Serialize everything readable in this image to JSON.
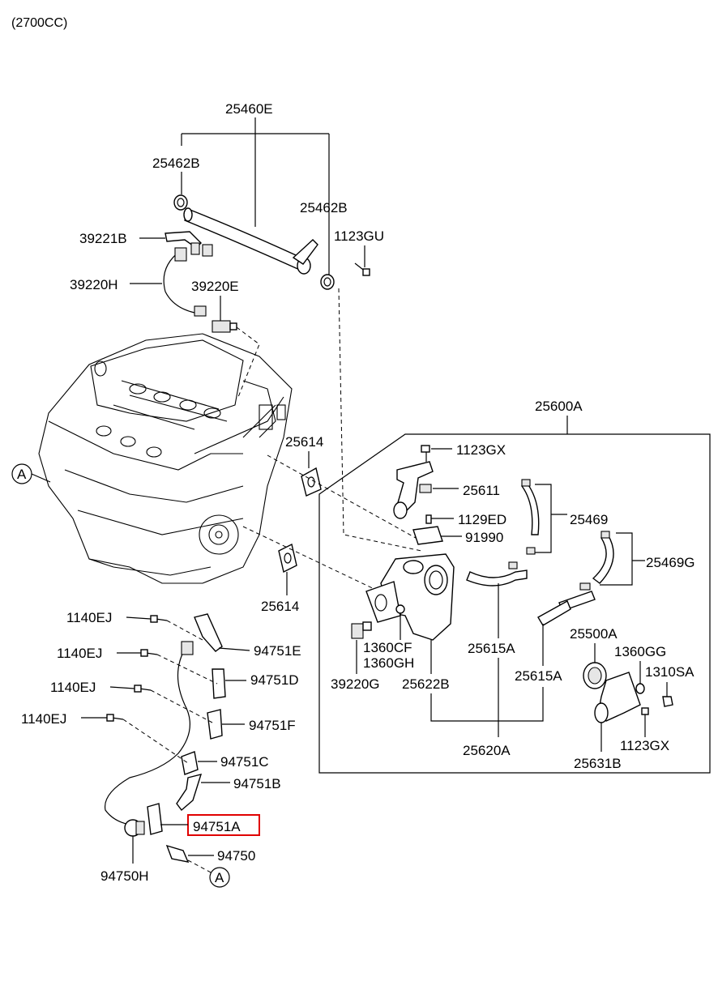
{
  "header": {
    "engine_variant": "(2700CC)"
  },
  "callouts": {
    "c25460E": "25460E",
    "c25462B_top": "25462B",
    "c25462B_right": "25462B",
    "c1123GU": "1123GU",
    "c39221B": "39221B",
    "c39220H": "39220H",
    "c39220E": "39220E",
    "c25600A": "25600A",
    "c25614_top": "25614",
    "c25614_bottom": "25614",
    "c1123GX_top": "1123GX",
    "c25611": "25611",
    "c1129ED": "1129ED",
    "c91990": "91990",
    "c25469": "25469",
    "c25469G": "25469G",
    "c25500A": "25500A",
    "c1360GG": "1360GG",
    "c1310SA": "1310SA",
    "c1360CF": "1360CF",
    "c1360GH": "1360GH",
    "c39220G": "39220G",
    "c25622B": "25622B",
    "c25615A_top": "25615A",
    "c25615A_bottom": "25615A",
    "c25620A": "25620A",
    "c1123GX_bottom": "1123GX",
    "c25631B": "25631B",
    "c1140EJ_1": "1140EJ",
    "c1140EJ_2": "1140EJ",
    "c1140EJ_3": "1140EJ",
    "c1140EJ_4": "1140EJ",
    "c94751E": "94751E",
    "c94751D": "94751D",
    "c94751F": "94751F",
    "c94751C": "94751C",
    "c94751B": "94751B",
    "c94751A": "94751A",
    "c94750": "94750",
    "c94750H": "94750H",
    "refA_left": "A",
    "refA_bottom": "A"
  },
  "highlight": {
    "part": "94751A",
    "color": "#e00000"
  }
}
